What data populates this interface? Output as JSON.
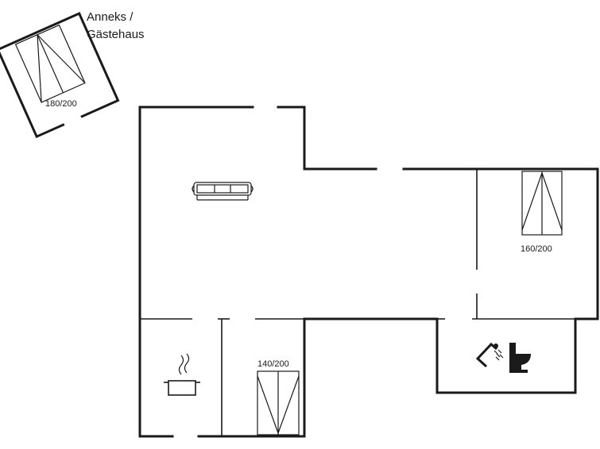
{
  "annex": {
    "label_line1": "Anneks /",
    "label_line2": "Gästehaus",
    "bed_label": "180/200"
  },
  "rooms": {
    "bedroom_right_bed_label": "160/200",
    "bedroom_bottom_bed_label": "140/200"
  },
  "icons": {
    "sofa": "sofa-icon",
    "pot": "cooking-pot-icon",
    "shower": "shower-icon",
    "toilet": "toilet-icon",
    "bed": "bed-icon"
  }
}
